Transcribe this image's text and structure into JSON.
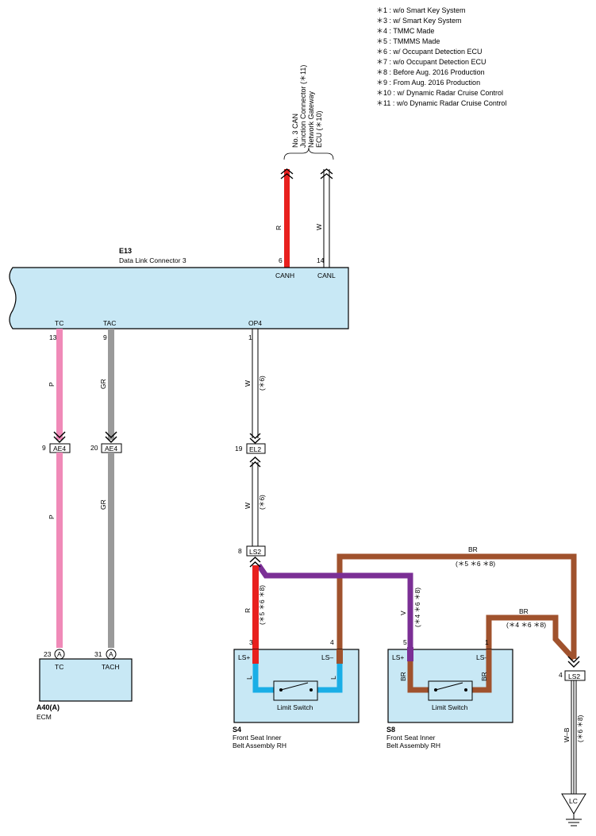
{
  "notes": [
    "＊1 : w/o Smart Key System",
    "＊3 : w/ Smart Key System",
    "＊4 : TMMC Made",
    "＊5 : TMMMS Made",
    "＊6 : w/ Occupant Detection ECU",
    "＊7 : w/o Occupant Detection ECU",
    "＊8 : Before Aug.  2016 Production",
    "＊9 : From Aug.  2016 Production",
    "＊10 : w/ Dynamic Radar Cruise Control",
    "＊11 : w/o Dynamic Radar Cruise Control"
  ],
  "destination": {
    "lines": [
      "No. 3 CAN",
      "Junction Connector (＊11)",
      "Network Gateway",
      "ECU (＊10)"
    ]
  },
  "dlc": {
    "code": "E13",
    "name": "Data Link Connector 3",
    "pins": [
      {
        "pin": "6",
        "name": "CANH",
        "wire": "R"
      },
      {
        "pin": "14",
        "name": "CANL",
        "wire": "W"
      },
      {
        "pin": "13",
        "name": "TC",
        "wire": "P"
      },
      {
        "pin": "9",
        "name": "TAC",
        "wire": "GR"
      },
      {
        "pin": "1",
        "name": "OP4",
        "wire": "W",
        "cond": "(＊6)"
      }
    ]
  },
  "connectors": {
    "ae4_tc": {
      "pin": "9",
      "name": "AE4"
    },
    "ae4_tac": {
      "pin": "20",
      "name": "AE4"
    },
    "el2": {
      "pin": "19",
      "name": "EL2"
    },
    "ls2_top": {
      "pin": "8",
      "name": "LS2"
    },
    "ls2_right": {
      "pin": "4",
      "name": "LS2"
    },
    "lc": {
      "name": "LC"
    }
  },
  "wires": {
    "tc_lower": "P",
    "tac_lower": "GR",
    "op4_lower": {
      "color": "W",
      "cond": "(＊6)"
    },
    "red": {
      "color": "R",
      "cond": "(＊5 ＊6 ＊8)"
    },
    "violet": {
      "color": "V",
      "cond": "(＊4 ＊6 ＊8)"
    },
    "br_top": {
      "color": "BR",
      "cond": "(＊5 ＊6 ＊8)"
    },
    "br_mid": {
      "color": "BR",
      "cond": "(＊4 ＊6 ＊8)"
    },
    "wb": {
      "color": "W–B",
      "cond": "(＊6 ＊8)"
    },
    "s4_l1": "L",
    "s4_l2": "L",
    "s8_br1": "BR",
    "s8_br2": "BR"
  },
  "ecm": {
    "code": "A40(A)",
    "name": "ECM",
    "pins": [
      {
        "pin": "23",
        "letter": "A",
        "name": "TC"
      },
      {
        "pin": "31",
        "letter": "A",
        "name": "TACH"
      }
    ]
  },
  "s4": {
    "code": "S4",
    "name_line1": "Front Seat Inner",
    "name_line2": "Belt Assembly RH",
    "pin_a": "3",
    "pin_b": "4",
    "term_a": "LS+",
    "term_b": "LS–",
    "switch_label": "Limit  Switch"
  },
  "s8": {
    "code": "S8",
    "name_line1": "Front Seat Inner",
    "name_line2": "Belt Assembly RH",
    "pin_a": "5",
    "pin_b": "1",
    "term_a": "LS+",
    "term_b": "LS–",
    "switch_label": "Limit  Switch"
  },
  "colors": {
    "red": "#e8201e",
    "pink": "#f08ab8",
    "gray": "#9a9a9a",
    "violet": "#7b2f95",
    "brown": "#a0522d",
    "blue": "#1aaee6",
    "box": "#c8e8f5"
  }
}
